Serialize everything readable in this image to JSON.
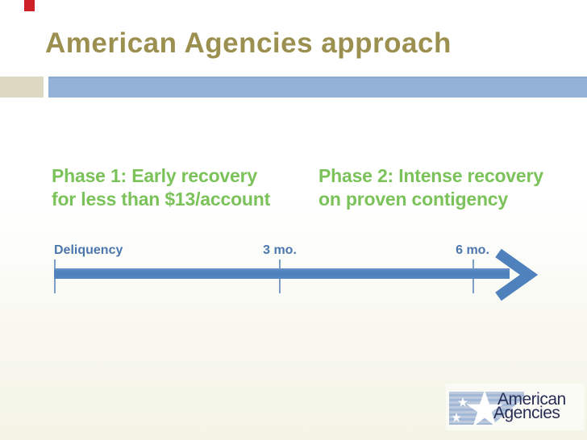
{
  "slide": {
    "title": "American Agencies approach",
    "phase1": {
      "line1": "Phase 1: Early recovery",
      "line2": "for less than $13/account"
    },
    "phase2": {
      "line1": "Phase 2: Intense recovery",
      "line2": "on proven contigency"
    },
    "timeline": {
      "milestones": [
        {
          "label": "Deliquency"
        },
        {
          "label": "3 mo."
        },
        {
          "label": "6 mo."
        }
      ]
    },
    "logo": {
      "name_line1": "American",
      "name_line2": "Agencies"
    },
    "icons": {
      "timeline_arrow": "chevron-right",
      "logo_flag": "striped-flag",
      "logo_star": "star"
    },
    "colors": {
      "title_olive": "#9c9051",
      "accent_square_beige": "#ddd8c1",
      "accent_bar_blue": "#94b2d7",
      "phase_green": "#7ac259",
      "timeline_blue": "#4f81bd",
      "timeline_label_blue": "#4b77ae",
      "logo_navy": "#272e56",
      "red_accent": "#ce2127",
      "background_bottom": "#f3f4e6"
    }
  }
}
